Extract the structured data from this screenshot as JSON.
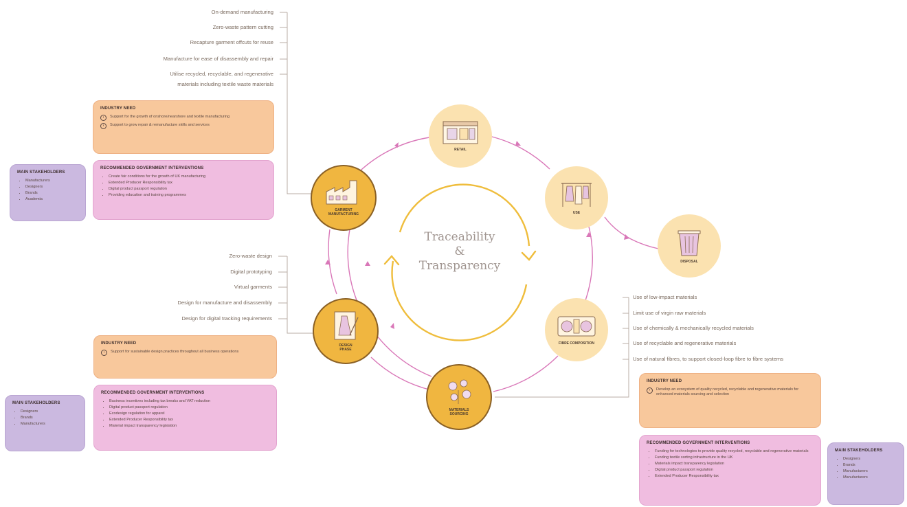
{
  "center_title": {
    "line1": "Traceability",
    "line2": "&",
    "line3": "Transparency"
  },
  "nodes": {
    "retail": {
      "label": "RETAIL",
      "icon": "shop-icon"
    },
    "use": {
      "label": "USE",
      "icon": "wardrobe-icon"
    },
    "disposal": {
      "label": "DISPOSAL",
      "icon": "bin-icon"
    },
    "fibre": {
      "label": "FIBRE COMPOSITION",
      "icon": "fabric-icon"
    },
    "materials": {
      "line1": "MATERIALS",
      "line2": "SOURCING",
      "icon": "flower-icon"
    },
    "design": {
      "line1": "DESIGN",
      "line2": "PHASE",
      "icon": "dress-sketch-icon"
    },
    "garment": {
      "line1": "GARMENT",
      "line2": "MANUFACTURING",
      "icon": "factory-icon"
    }
  },
  "garment_practices": [
    "On-demand manufacturing",
    "Zero-waste pattern cutting",
    "Recapture garment offcuts for reuse",
    "Manufacture for ease of disassembly and repair"
  ],
  "garment_practice_multi": {
    "line1": "Utilise recycled, recyclable, and regenerative",
    "line2": "materials including textile waste materials"
  },
  "garment_need": {
    "title": "INDUSTRY NEED",
    "items": [
      "Support for the growth of onshore/nearshore and textile manufacturing",
      "Support to grow repair & remanufacture skills and services"
    ]
  },
  "garment_rec": {
    "title": "RECOMMENDED GOVERNMENT INTERVENTIONS",
    "items": [
      "Create fair conditions for the growth of UK manufacturing",
      "Extended Producer Responsibility tax",
      "Digital product passport regulation",
      "Providing education and training programmes"
    ]
  },
  "garment_stake": {
    "title": "MAIN STAKEHOLDERS",
    "items": [
      "Manufacturers",
      "Designers",
      "Brands",
      "Academia"
    ]
  },
  "design_practices": [
    "Zero-waste design",
    "Digital prototyping",
    "Virtual garments",
    "Design for manufacture and disassembly",
    "Design for digital tracking requirements"
  ],
  "design_need": {
    "title": "INDUSTRY NEED",
    "items": [
      "Support for sustainable design practices throughout all business operations"
    ]
  },
  "design_rec": {
    "title": "RECOMMENDED GOVERNMENT INTERVENTIONS",
    "items": [
      "Business incentives including tax breaks and VAT reduction",
      "Digital product passport regulation",
      "Ecodesign regulation for apparel",
      "Extended Producer Responsibility tax",
      "Material impact transparency legislation"
    ]
  },
  "design_stake": {
    "title": "MAIN STAKEHOLDERS",
    "items": [
      "Designers",
      "Brands",
      "Manufacturers"
    ]
  },
  "materials_practices": [
    "Use of low-impact materials",
    "Limit use of virgin raw materials",
    "Use of chemically & mechanically recycled materials",
    "Use of recyclable and regenerative materials",
    "Use of natural fibres, to support closed-loop fibre to fibre systems"
  ],
  "materials_need": {
    "title": "INDUSTRY NEED",
    "items": [
      "Develop an ecosystem of quality recycled, recyclable and regenerative materials for enhanced materials sourcing and selection"
    ]
  },
  "materials_rec": {
    "title": "RECOMMENDED GOVERNMENT INTERVENTIONS",
    "items": [
      "Funding for technologies to provide quality recycled, recyclable and regenerative materials",
      "Funding textile sorting infrastructure in the UK",
      "Materials impact transparency legislation",
      "Digital product passport regulation",
      "Extended Producer Responsibility tax"
    ]
  },
  "materials_stake": {
    "title": "MAIN STAKEHOLDERS",
    "items": [
      "Designers",
      "Brands",
      "Manufacturers",
      "Manufacturers"
    ]
  }
}
